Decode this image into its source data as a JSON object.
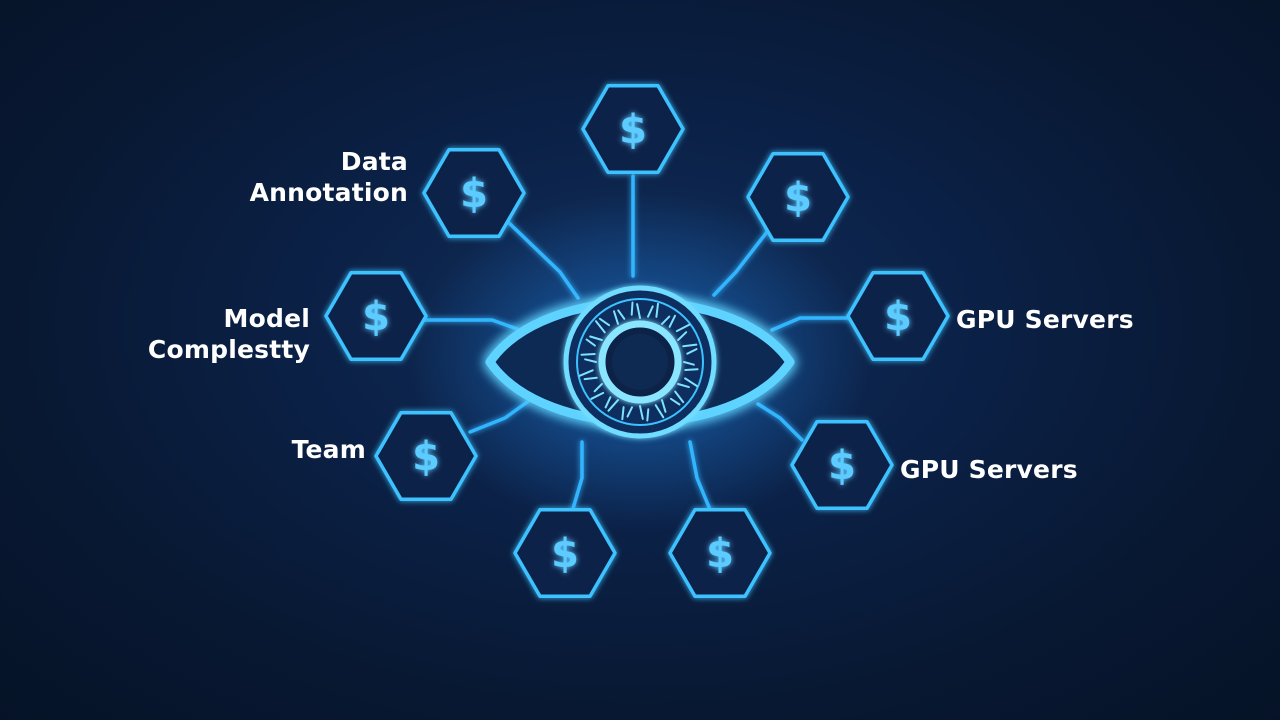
{
  "diagram": {
    "center_icon": "eye-icon",
    "node_icon": "dollar-icon",
    "node_glyph": "$",
    "accent_color": "#3cc2ff",
    "line_color": "#33b5ff",
    "glow_color": "#1e90ff",
    "background_color": "#0a1a33",
    "label_color": "#ffffff",
    "labels": {
      "data_annotation_line1": "Data",
      "data_annotation_line2": "Annotation",
      "model_line1": "Model",
      "model_line2": "Complestty",
      "team": "Team",
      "gpu_servers_1": "GPU Servers",
      "gpu_servers_2": "GPU Servers"
    }
  }
}
